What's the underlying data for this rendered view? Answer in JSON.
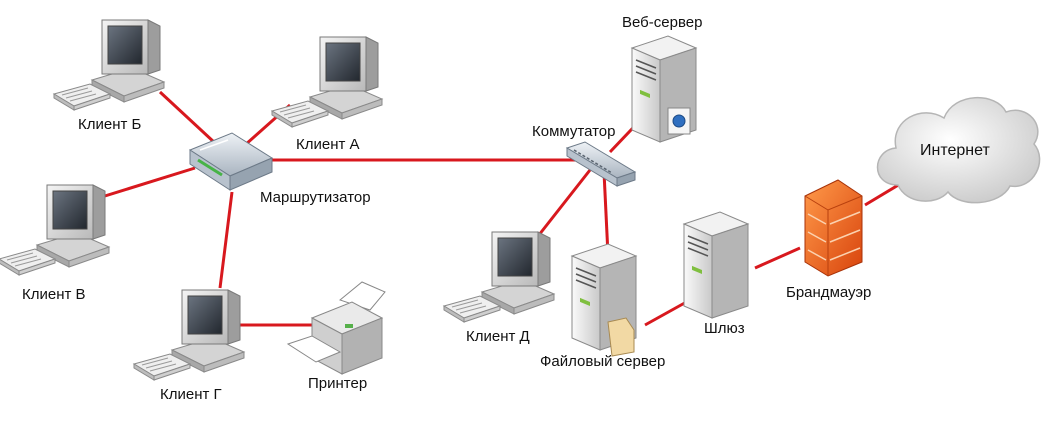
{
  "nodes": {
    "client_b": "Клиент Б",
    "client_a": "Клиент А",
    "client_v": "Клиент В",
    "client_g": "Клиент Г",
    "client_d": "Клиент Д",
    "router": "Маршрутизатор",
    "printer": "Принтер",
    "switch": "Коммутатор",
    "web_server": "Веб-сервер",
    "file_server": "Файловый сервер",
    "gateway": "Шлюз",
    "firewall": "Брандмауэр",
    "internet": "Интернет"
  },
  "colors": {
    "link": "#d8181e"
  },
  "links": [
    [
      "router",
      "client_b"
    ],
    [
      "router",
      "client_a"
    ],
    [
      "router",
      "client_v"
    ],
    [
      "router",
      "client_g"
    ],
    [
      "router",
      "switch"
    ],
    [
      "client_g",
      "printer"
    ],
    [
      "switch",
      "web_server"
    ],
    [
      "switch",
      "client_d"
    ],
    [
      "switch",
      "file_server"
    ],
    [
      "file_server",
      "gateway"
    ],
    [
      "gateway",
      "firewall"
    ],
    [
      "firewall",
      "internet"
    ]
  ]
}
